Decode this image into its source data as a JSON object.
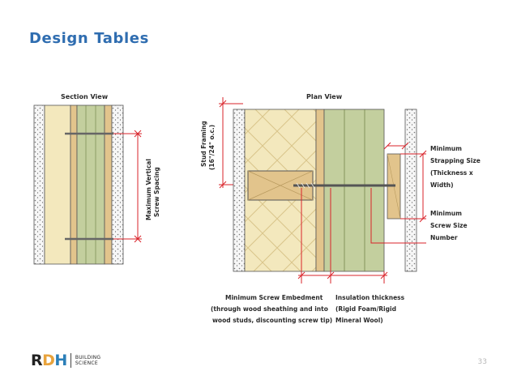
{
  "slide": {
    "title": "Design Tables",
    "page_number": "33"
  },
  "logo": {
    "letter_r": "R",
    "letter_d": "D",
    "letter_h": "H",
    "sub_line1": "BUILDING",
    "sub_line2": "SCIENCE"
  },
  "diagram": {
    "section_view_title": "Section View",
    "plan_view_title": "Plan View",
    "max_spacing_line1": "Maximum Vertical",
    "max_spacing_line2": "Screw Spacing",
    "stud_line1": "Stud Framing",
    "stud_line2": "(16\"/24\" o.c.)",
    "strap_line1": "Minimum",
    "strap_line2": "Strapping Size",
    "strap_line3": "(Thickness x",
    "strap_line4": "Width)",
    "screw_line1": "Minimum",
    "screw_line2": "Screw Size",
    "screw_line3": "Number",
    "embed_line1": "Minimum Screw Embedment",
    "embed_line2": "(through wood sheathing and into",
    "embed_line3": "wood studs, discounting screw tip)",
    "ins_line1": "Insulation thickness",
    "ins_line2": "(Rigid Foam/Rigid",
    "ins_line3": "Mineral Wool)"
  },
  "colors": {
    "title_blue": "#2f6db0",
    "annotation_red": "#d9232a",
    "insulation_green": "#c3cf9e",
    "batt_yellow": "#f3e8bd",
    "wood_tan": "#e2c48c"
  }
}
